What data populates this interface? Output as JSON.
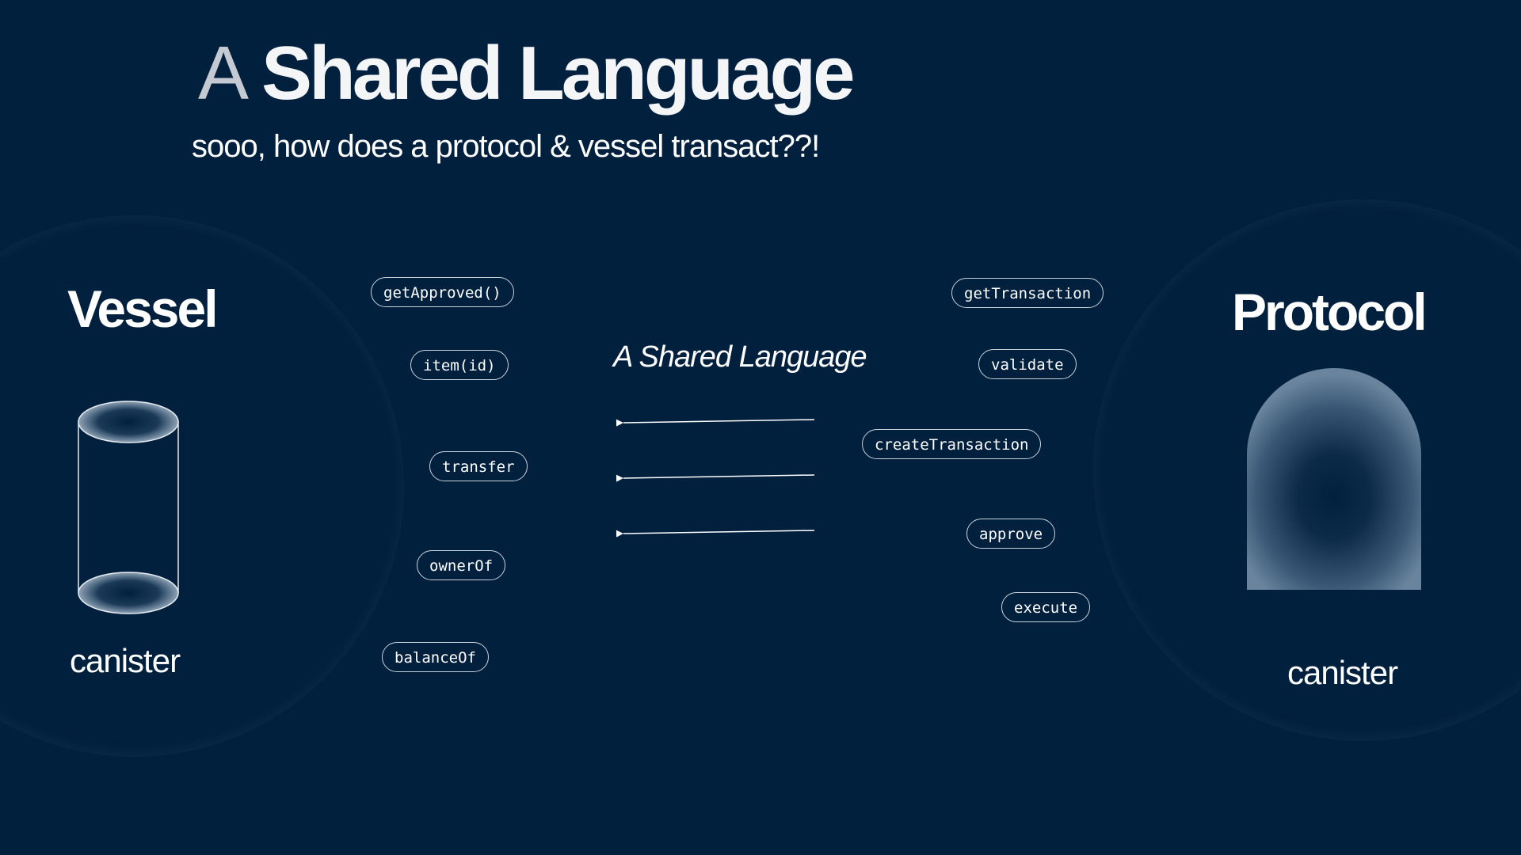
{
  "title": {
    "light": "A",
    "bold": "Shared Language"
  },
  "subtitle": "sooo, how does a protocol & vessel transact??!",
  "vessel": {
    "title": "Vessel",
    "label": "canister",
    "methods": [
      "getApproved()",
      "item(id)",
      "transfer",
      "ownerOf",
      "balanceOf"
    ]
  },
  "protocol": {
    "title": "Protocol",
    "label": "canister",
    "methods": [
      "getTransaction",
      "validate",
      "createTransaction",
      "approve",
      "execute"
    ]
  },
  "center_label": "A Shared Language",
  "colors": {
    "background": "#00203e",
    "accent_light": "#c8d2dc",
    "text": "#ffffff"
  },
  "icons": {
    "vessel": "cylinder-icon",
    "protocol": "arch-icon"
  }
}
